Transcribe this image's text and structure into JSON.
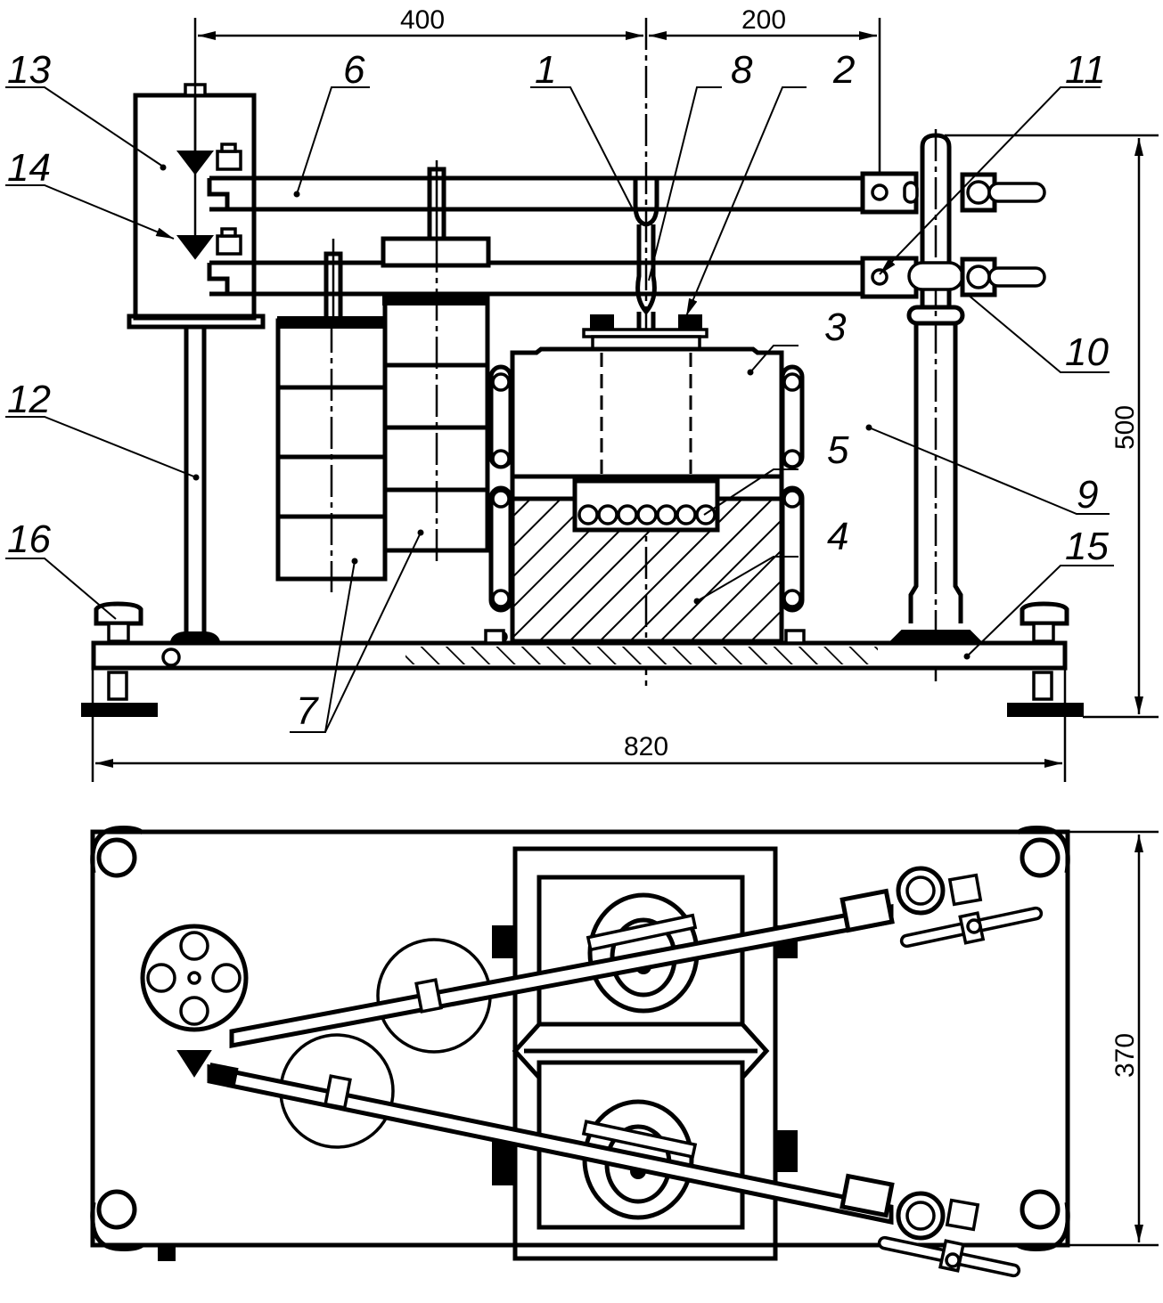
{
  "figure": {
    "type": "engineering-drawing",
    "views": [
      "front-view",
      "top-view"
    ]
  },
  "dimensions": {
    "d400": "400",
    "d200": "200",
    "d500": "500",
    "d820": "820",
    "d370": "370"
  },
  "callouts": {
    "c1": "1",
    "c2": "2",
    "c3": "3",
    "c4": "4",
    "c5": "5",
    "c6": "6",
    "c7": "7",
    "c8": "8",
    "c9": "9",
    "c10": "10",
    "c11": "11",
    "c12": "12",
    "c13": "13",
    "c14": "14",
    "c15": "15",
    "c16": "16"
  }
}
